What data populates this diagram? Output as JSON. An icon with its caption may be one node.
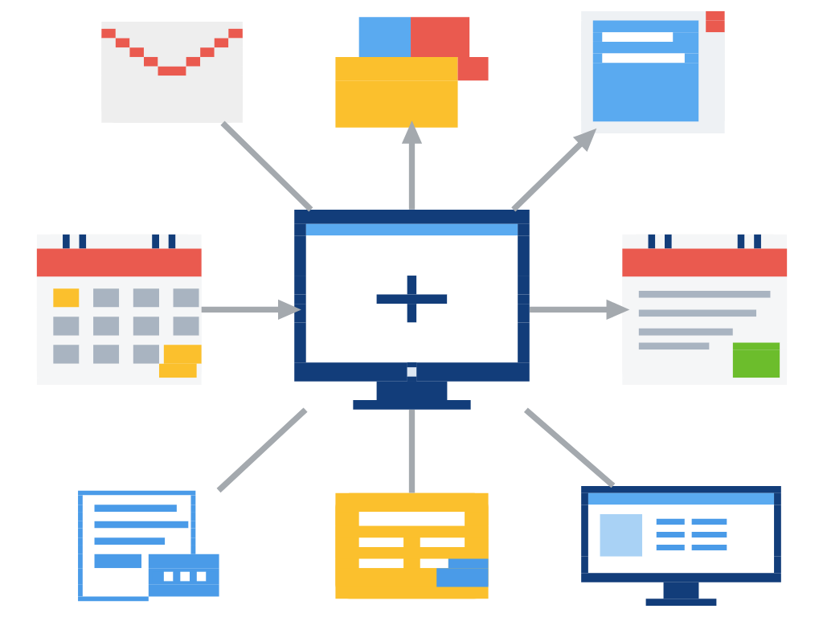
{
  "diagram": {
    "nodes": [
      {
        "text": [],
        "shape": "picture"
      },
      {
        "text": [],
        "shape": "picture"
      },
      {
        "text": [],
        "shape": "picture"
      },
      {
        "text": [],
        "shape": "picture"
      },
      {
        "text": [],
        "shape": "picture"
      },
      {
        "text": [],
        "shape": "picture"
      },
      {
        "text": [],
        "shape": "picture"
      },
      {
        "text": [],
        "shape": "picture"
      },
      {
        "text": [],
        "shape": "picture"
      }
    ],
    "edges": [
      {
        "from": 4,
        "to": 0,
        "arrow": "none"
      },
      {
        "from": 4,
        "to": 1,
        "arrow": "to"
      },
      {
        "from": 4,
        "to": 2,
        "arrow": "to"
      },
      {
        "from": 3,
        "to": 4,
        "arrow": "to"
      },
      {
        "from": 4,
        "to": 5,
        "arrow": "to"
      },
      {
        "from": 6,
        "to": 4,
        "arrow": "none"
      },
      {
        "from": 7,
        "to": 4,
        "arrow": "none"
      },
      {
        "from": 8,
        "to": 4,
        "arrow": "none"
      }
    ]
  }
}
